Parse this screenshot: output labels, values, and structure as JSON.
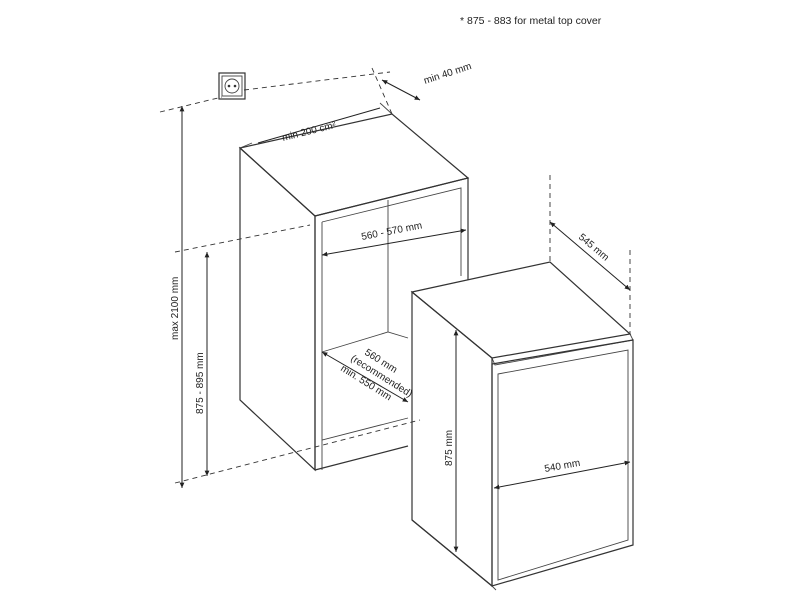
{
  "note": "* 875 - 883 for metal top cover",
  "labels": {
    "min_40": "min 40 mm",
    "min_200": "min 200 cm²",
    "width_560_570": "560 - 570 mm",
    "depth_545": "545 mm",
    "max_2100": "max 2100 mm",
    "height_875_895": "875 - 895 mm",
    "niche_560": "560 mm",
    "recommended": "(recommended)",
    "min_550": "min. 550 mm",
    "height_875": "875 mm",
    "width_540": "540 mm"
  },
  "icons": {
    "socket": "power-socket-icon"
  },
  "colors": {
    "line": "#333333",
    "text": "#222222"
  }
}
